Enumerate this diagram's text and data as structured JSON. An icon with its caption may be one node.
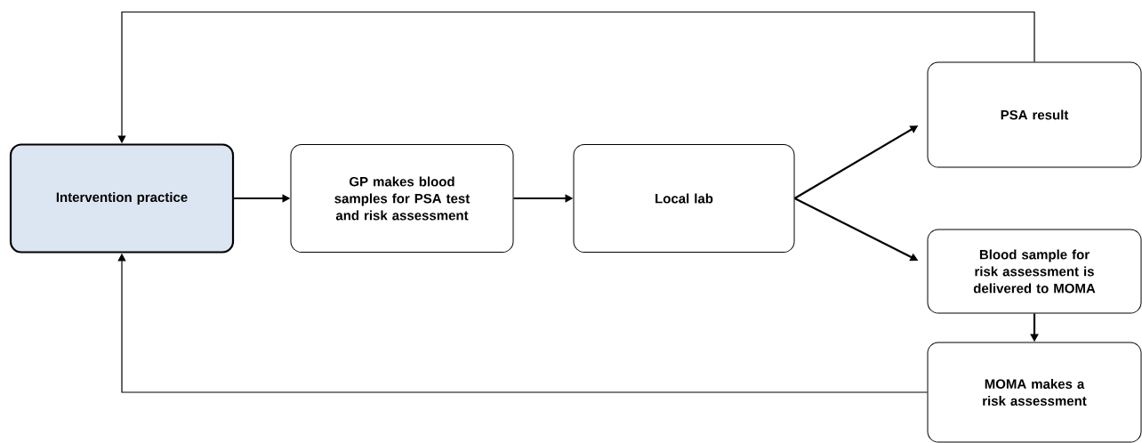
{
  "diagram": {
    "nodes": [
      {
        "text": [
          "Intervention practice"
        ]
      },
      {
        "text": [
          "GP makes blood samples for PSA test and risk assessment"
        ]
      },
      {
        "text": [
          "Local lab"
        ]
      },
      {
        "text": [
          "PSA result"
        ]
      },
      {
        "text": [
          "Blood sample for risk assessment is delivered to MOMA"
        ]
      },
      {
        "text": [
          "MOMA makes a risk assessment"
        ]
      }
    ],
    "edges": [
      {
        "from": 0,
        "to": 1,
        "arrow": "to"
      },
      {
        "from": 1,
        "to": 2,
        "arrow": "to"
      },
      {
        "from": 2,
        "to": 3,
        "arrow": "to"
      },
      {
        "from": 2,
        "to": 4,
        "arrow": "to"
      },
      {
        "from": 4,
        "to": 5,
        "arrow": "to"
      },
      {
        "from": 3,
        "to": 0,
        "arrow": "to"
      },
      {
        "from": 5,
        "to": 0,
        "arrow": "to"
      }
    ]
  }
}
